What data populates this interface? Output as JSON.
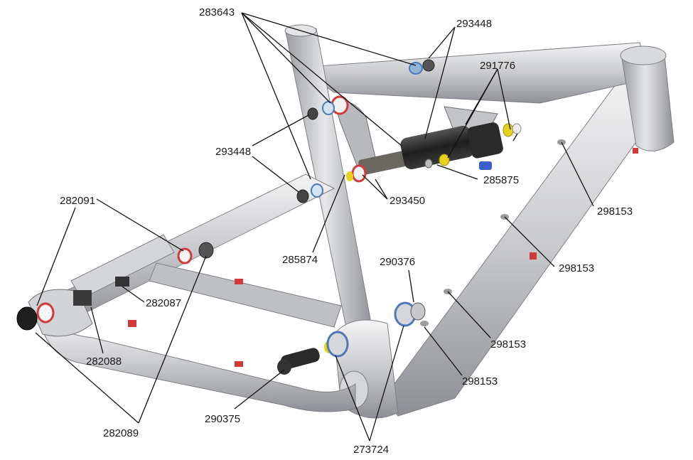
{
  "colors": {
    "frame": "#c9cacd",
    "frame_dark": "#8e9095",
    "shock_body": "#2a2a2a",
    "bearing_red": "#d23a3a",
    "bearing_blue": "#4b79b8",
    "bushing_yellow": "#e6d21a",
    "hardware_black": "#222222"
  },
  "labels": {
    "p283643": "283643",
    "p293448_top": "293448",
    "p291776": "291776",
    "p293448_mid": "293448",
    "p285875": "285875",
    "p293450": "293450",
    "p282091": "282091",
    "p298153_a": "298153",
    "p285874": "285874",
    "p290376": "290376",
    "p298153_b": "298153",
    "p282087": "282087",
    "p298153_c": "298153",
    "p282088": "282088",
    "p298153_d": "298153",
    "p290375": "290375",
    "p282089": "282089",
    "p273724": "273724"
  }
}
